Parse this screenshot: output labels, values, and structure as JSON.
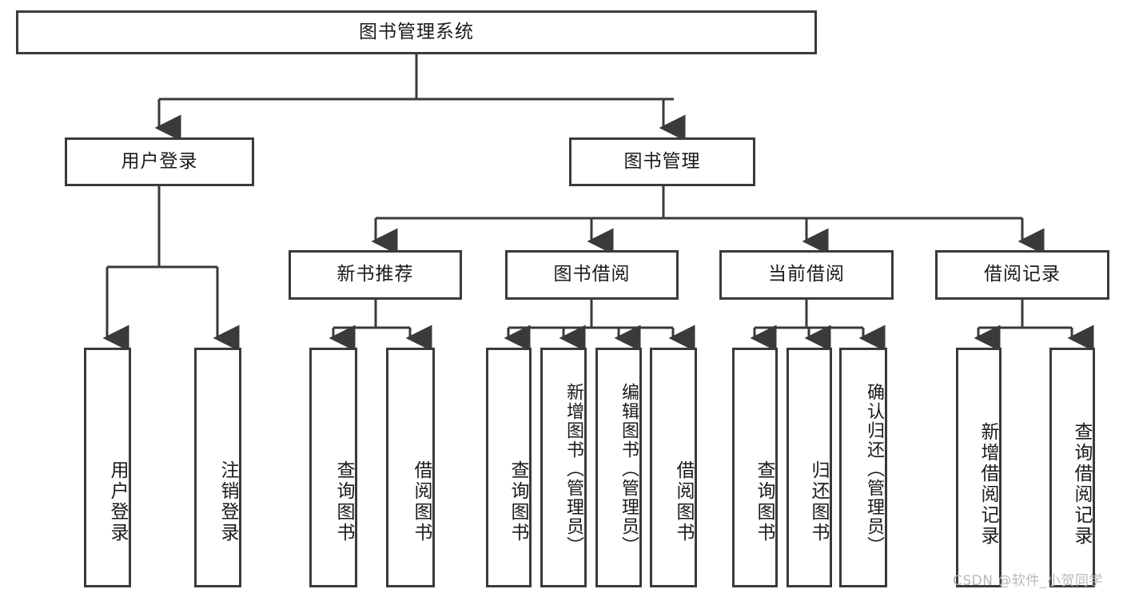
{
  "diagram": {
    "title": "图书管理系统",
    "type": "tree-hierarchy-diagram",
    "line_color": "#3a3a3a",
    "box_fill": "#ffffff",
    "text_color": "#1a1a1a",
    "nodes": {
      "root": "图书管理系统",
      "level2": {
        "user_login": "用户登录",
        "book_manage": "图书管理"
      },
      "level3": {
        "new_book_recommend": "新书推荐",
        "book_borrow": "图书借阅",
        "current_borrow": "当前借阅",
        "borrow_record": "借阅记录"
      },
      "leaves": {
        "user_login_1": "用户登录",
        "user_login_2": "注销登录",
        "recommend_1": "查询图书",
        "recommend_2": "借阅图书",
        "borrow_1": "查询图书",
        "borrow_2": "新增图书（管理员）",
        "borrow_3": "编辑图书（管理员）",
        "borrow_4": "借阅图书",
        "current_1": "查询图书",
        "current_2": "归还图书",
        "current_3": "确认归还（管理员）",
        "record_1": "新增借阅记录",
        "record_2": "查询借阅记录"
      }
    },
    "watermark": "CSDN @软件_小贺同学"
  }
}
